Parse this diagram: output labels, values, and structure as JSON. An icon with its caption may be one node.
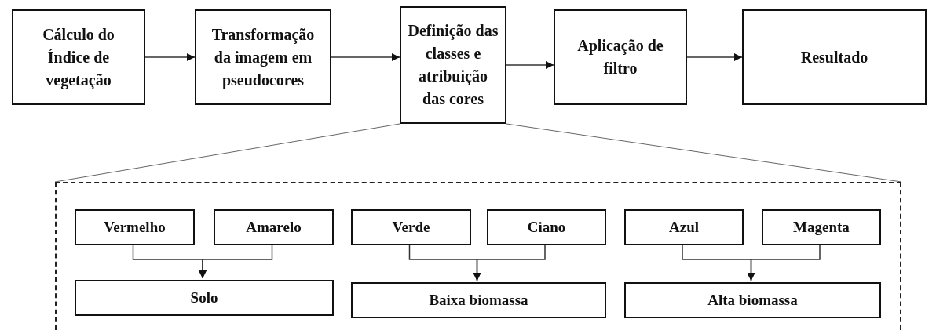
{
  "diagram": {
    "nodes": [
      {
        "text": [
          "Cálculo do Índice de vegetação"
        ]
      },
      {
        "text": [
          "Transformação da imagem em pseudocores"
        ]
      },
      {
        "text": [
          "Definição das classes e atribuição das cores"
        ]
      },
      {
        "text": [
          "Aplicação de filtro"
        ]
      },
      {
        "text": [
          "Resultado"
        ]
      },
      {
        "text": [],
        "shape": "box"
      },
      {
        "text": [
          "Vermelho"
        ],
        "in": 5
      },
      {
        "text": [
          "Amarelo"
        ],
        "in": 5
      },
      {
        "text": [
          "Solo"
        ],
        "in": 5
      },
      {
        "text": [
          "Verde"
        ],
        "in": 5
      },
      {
        "text": [
          "Ciano"
        ],
        "in": 5
      },
      {
        "text": [
          "Baixa biomassa"
        ],
        "in": 5
      },
      {
        "text": [
          "Azul"
        ],
        "in": 5
      },
      {
        "text": [
          "Magenta"
        ],
        "in": 5
      },
      {
        "text": [
          "Alta biomassa"
        ],
        "in": 5
      }
    ],
    "edges": [
      {
        "from": 0,
        "to": 1,
        "arrow": "to"
      },
      {
        "from": 1,
        "to": 2,
        "arrow": "to"
      },
      {
        "from": 2,
        "to": 3,
        "arrow": "to"
      },
      {
        "from": 3,
        "to": 4,
        "arrow": "to"
      },
      {
        "from": 2,
        "to": 5,
        "arrow": "none"
      },
      {
        "from": 2,
        "to": 5,
        "arrow": "none"
      },
      {
        "from": 6,
        "to": 8,
        "arrow": "to"
      },
      {
        "from": 7,
        "to": 8,
        "arrow": "to"
      },
      {
        "from": 9,
        "to": 11,
        "arrow": "to"
      },
      {
        "from": 10,
        "to": 11,
        "arrow": "to"
      },
      {
        "from": 12,
        "to": 14,
        "arrow": "to"
      },
      {
        "from": 13,
        "to": 14,
        "arrow": "to"
      }
    ]
  }
}
